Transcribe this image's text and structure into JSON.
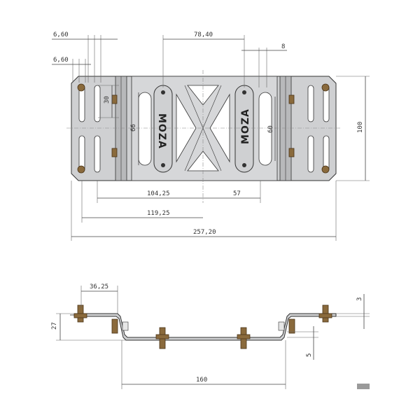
{
  "dimensions": {
    "top_6_60_a": "6,60",
    "top_6_60_b": "6,60",
    "top_78_40": "78,40",
    "top_8": "8",
    "left_30": "30",
    "center_66": "66",
    "right_60": "60",
    "right_100": "100",
    "bottom_104_25": "104,25",
    "bottom_57": "57",
    "bottom_119_25": "119,25",
    "bottom_257_20": "257,20",
    "side_36_25": "36,25",
    "side_27": "27",
    "side_3": "3",
    "side_5": "5",
    "side_160": "160"
  },
  "logos": {
    "left": "MOZA",
    "right": "MOZA"
  },
  "colors": {
    "plate": "#cfd0d2",
    "brass": "#8a6a3c",
    "line": "#333333"
  }
}
